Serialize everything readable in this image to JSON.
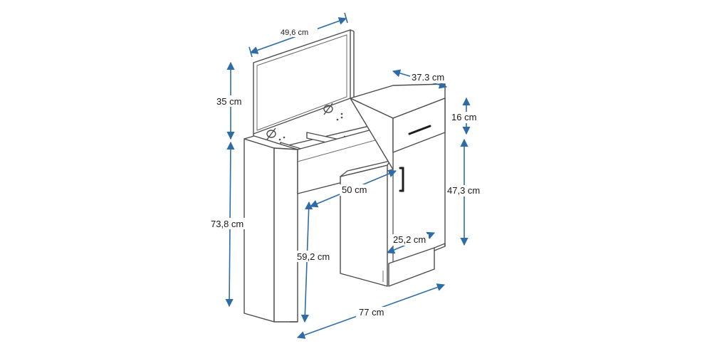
{
  "dimensions": {
    "mirror_width": "49,6 cm",
    "mirror_height": "35 cm",
    "total_height": "73,8 cm",
    "inner_height": "59,2 cm",
    "depth": "50 cm",
    "cabinet_depth": "37.3 cm",
    "drawer_height": "16 cm",
    "door_height": "47,3 cm",
    "cabinet_width": "25,2 cm",
    "total_width": "77 cm"
  },
  "colors": {
    "outline": "#4d4d4d",
    "dimension": "#2e6ca8",
    "handle": "#1e1e1e",
    "background": "#ffffff"
  }
}
